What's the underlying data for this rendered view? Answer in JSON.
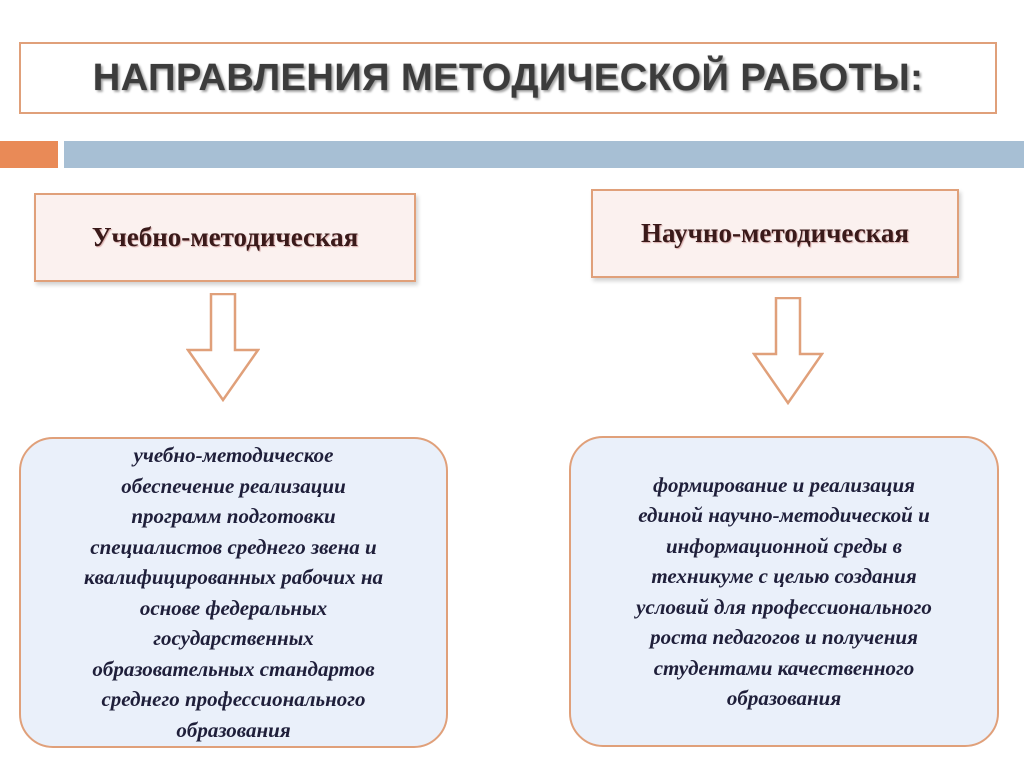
{
  "title": "НАПРАВЛЕНИЯ МЕТОДИЧЕСКОЙ РАБОТЫ:",
  "branches": [
    {
      "heading": "Учебно-методическая",
      "description": "учебно-методическое\nобеспечение реализации\nпрограмм подготовки\nспециалистов среднего звена и\nквалифицированных рабочих на\nоснове федеральных\nгосударственных\nобразовательных стандартов\nсреднего профессионального\nобразования"
    },
    {
      "heading": "Научно-методическая",
      "description": "формирование и реализация\nединой научно-методической и\nинформационной среды в\nтехникуме с целью создания\nусловий для профессионального\nроста педагогов и получения\nстудентами качественного\nобразования"
    }
  ],
  "colors": {
    "border": "#e0a07a",
    "accent_orange": "#e98a57",
    "accent_blue": "#a7bfd4",
    "heading_fill": "#fbf1ef",
    "content_fill": "#eaf0fa"
  }
}
